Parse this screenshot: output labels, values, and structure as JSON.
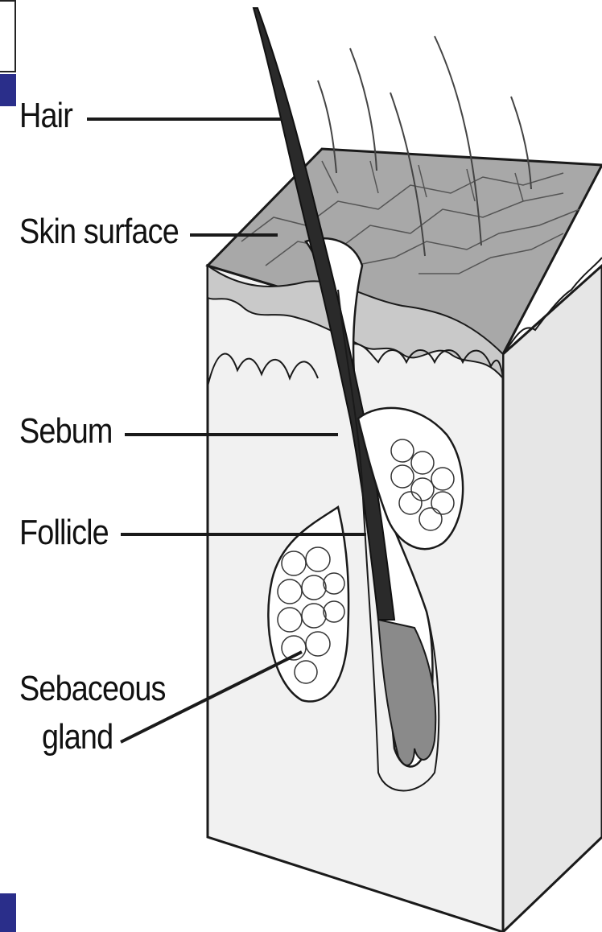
{
  "labels": {
    "hair": "Hair",
    "skin_surface": "Skin surface",
    "sebum": "Sebum",
    "follicle": "Follicle",
    "sebaceous_line1": "Sebaceous",
    "sebaceous_line2": "gland"
  },
  "colors": {
    "outline": "#1a1a1a",
    "skin_top": "#a9a9a9",
    "skin_side": "#e8e8e8",
    "dermis": "#f2f2f2",
    "hair": "#222222",
    "accent_blue": "#2a2e8a"
  }
}
